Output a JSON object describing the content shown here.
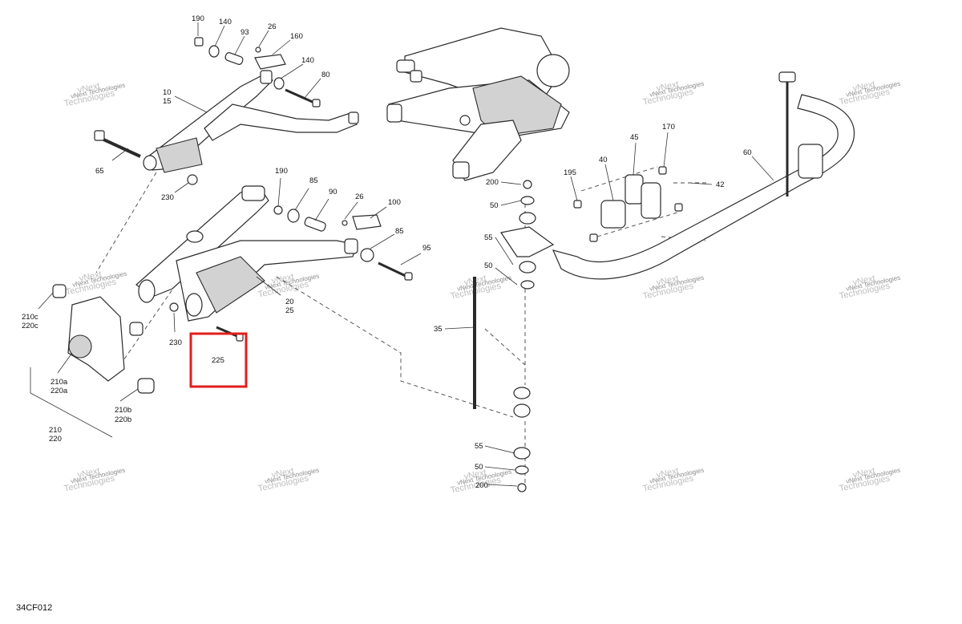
{
  "diagram": {
    "figure_id": "34CF012",
    "highlighted_callout": "225",
    "watermark": {
      "line1": "vNext",
      "line2": "Technologies",
      "caption": "vNext Technologies"
    },
    "callouts": {
      "c190a": "190",
      "c140a": "140",
      "c93": "93",
      "c26a": "26",
      "c160": "160",
      "c140b": "140",
      "c80": "80",
      "c10": "10",
      "c15": "15",
      "c65": "65",
      "c230a": "230",
      "c190b": "190",
      "c85a": "85",
      "c90": "90",
      "c26b": "26",
      "c100": "100",
      "c85b": "85",
      "c95": "95",
      "c20": "20",
      "c25": "25",
      "c230b": "230",
      "c225": "225",
      "c210c": "210c",
      "c220c": "220c",
      "c210a": "210a",
      "c220a": "220a",
      "c210b": "210b",
      "c220b": "220b",
      "c210": "210",
      "c220": "220",
      "c200a": "200",
      "c50a": "50",
      "c55a": "55",
      "c50b": "50",
      "c35": "35",
      "c55b": "55",
      "c50c": "50",
      "c200b": "200",
      "c195": "195",
      "c40": "40",
      "c45": "45",
      "c170": "170",
      "c42": "42",
      "c60": "60"
    }
  }
}
